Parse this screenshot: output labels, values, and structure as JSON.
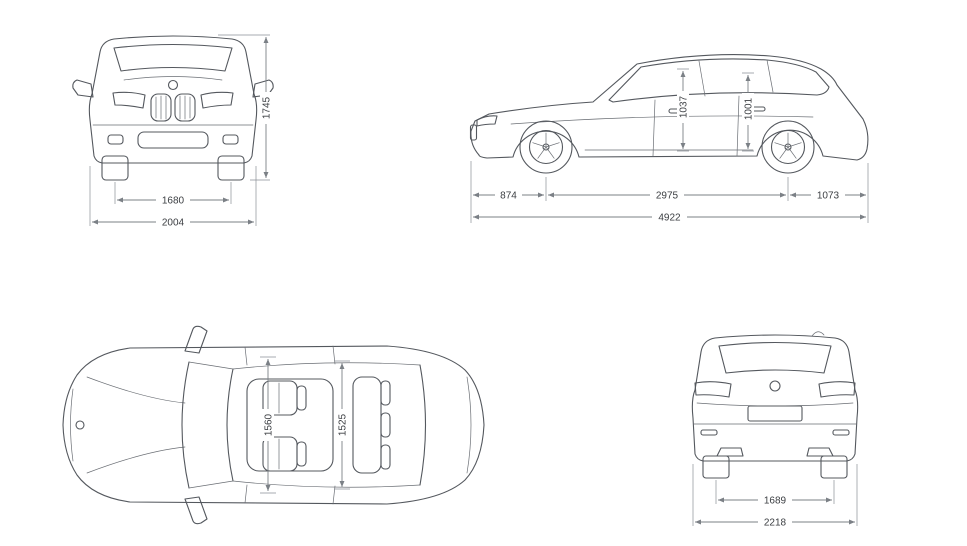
{
  "diagram": {
    "front_view": {
      "overall_height": "1745",
      "track_width": "1680",
      "overall_width": "2004"
    },
    "side_view": {
      "front_overhang": "874",
      "wheelbase": "2975",
      "rear_overhang": "1073",
      "overall_length": "4922",
      "front_interior_height": "1037",
      "rear_interior_height": "1001"
    },
    "top_view": {
      "front_interior_width": "1560",
      "rear_interior_width": "1525"
    },
    "rear_view": {
      "track_width": "1689",
      "overall_width": "2218"
    }
  }
}
